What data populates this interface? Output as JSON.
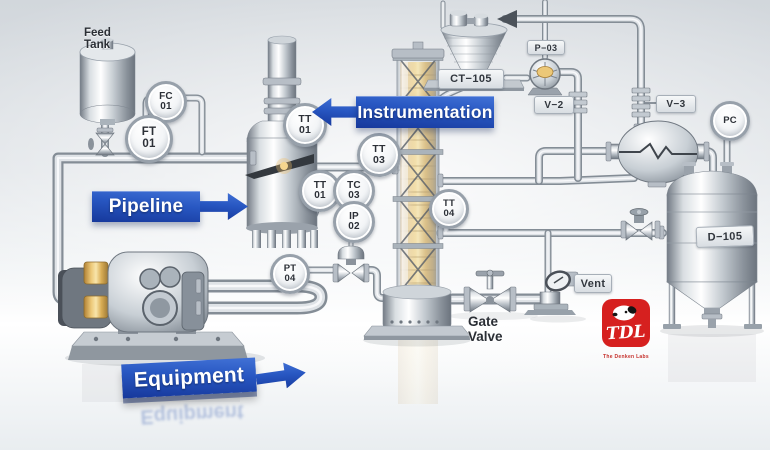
{
  "banners": {
    "instrumentation": {
      "label": "Instrumentation",
      "arrow_direction": "left"
    },
    "pipeline": {
      "label": "Pipeline",
      "arrow_direction": "right"
    },
    "equipment": {
      "label": "Equipment",
      "arrow_direction": "right"
    }
  },
  "instruments": [
    {
      "id": "FC-01",
      "line1": "FC",
      "line2": "01"
    },
    {
      "id": "FT-01",
      "line1": "FT",
      "line2": "01"
    },
    {
      "id": "TT-01-upper",
      "line1": "TT",
      "line2": "01"
    },
    {
      "id": "TT-01-lower",
      "line1": "TT",
      "line2": "01"
    },
    {
      "id": "TC-03",
      "line1": "TC",
      "line2": "03"
    },
    {
      "id": "IP-02",
      "line1": "IP",
      "line2": "02"
    },
    {
      "id": "TT-03",
      "line1": "TT",
      "line2": "03"
    },
    {
      "id": "TT-04",
      "line1": "TT",
      "line2": "04"
    },
    {
      "id": "PT-04",
      "line1": "PT",
      "line2": "04"
    },
    {
      "id": "PC",
      "line1": "PC",
      "line2": ""
    }
  ],
  "equipment_tags": [
    {
      "id": "CT-105",
      "label": "CT−105"
    },
    {
      "id": "P-03",
      "label": "P−03"
    },
    {
      "id": "V-2",
      "label": "V−2"
    },
    {
      "id": "V-3",
      "label": "V−3"
    },
    {
      "id": "D-105",
      "label": "D−105"
    },
    {
      "id": "Vent",
      "label": "Vent"
    }
  ],
  "text_labels": {
    "feed_tank": {
      "line1": "Feed",
      "line2": "Tank"
    },
    "gate_valve": {
      "line1": "Gate",
      "line2": "Valve"
    }
  },
  "logo": {
    "monogram": "TDL",
    "caption": "The Denken Labs",
    "background_color": "#d6201f",
    "text_color": "#ffffff"
  },
  "colors": {
    "banner_blue": "#2453be",
    "metal_light": "#e8ebee",
    "metal_dark": "#7d858f",
    "packing_gold": "#e2bd6e",
    "background": "#e6e9ed"
  }
}
